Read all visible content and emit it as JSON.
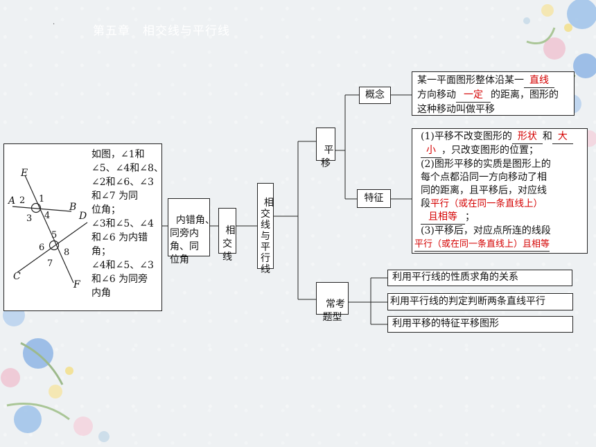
{
  "header": {
    "title": "第五章　相交线与平行线"
  },
  "root": {
    "label": "相\n交\n线\n与\n平\n行\n线"
  },
  "intersect": {
    "label": "相\n交\n线"
  },
  "angles_node": {
    "label": "内错角、\n同旁内\n角、同\n位角"
  },
  "figure": {
    "labels": {
      "E": "E",
      "A": "A",
      "B": "B",
      "D": "D",
      "C": "C",
      "F": "F"
    },
    "nums": [
      "2",
      "1",
      "3",
      "4",
      "5",
      "6",
      "8",
      "7"
    ],
    "text": "如图，∠1和\n∠5、∠4和∠8、\n∠2和∠6、∠3\n和∠7 为同\n位角；\n∠3和∠5、∠4\n和∠6 为内错\n角；\n∠4和∠5、∠3\n和∠6 为同旁\n内角"
  },
  "translation": {
    "label": "平\n移"
  },
  "concept": {
    "label": "概念",
    "line1": "某一平面图形整体沿某一",
    "ans1": "直线",
    "line2a": "方向移动",
    "ans2": "一定",
    "line2b": "的距离，图形的",
    "line3": "这种移动叫做平移"
  },
  "features": {
    "label": "特征",
    "p1a": "(1)平移不改变图形的",
    "ans1": "形状",
    "p1b": "和",
    "ans2a": "大",
    "ans2b": "小",
    "p1c": "，只改变图形的位置；",
    "p2": "(2)图形平移的实质是图形上的\n每个点都沿同一方向移动了相\n同的距离，且平移后，对应线",
    "p2d": "段",
    "ans3a": "平行（或在同一条直线上）",
    "ans3b": "且相等",
    "p2e": "；",
    "p3": "(3)平移后，对应点所连的线段",
    "ans4": "平行（或在同一条直线上）且相等"
  },
  "common": {
    "label": "常考\n题型",
    "items": [
      "利用平行线的性质求角的关系",
      "利用平行线的判定判断两条直线平行",
      "利用平移的特征平移图形"
    ]
  }
}
